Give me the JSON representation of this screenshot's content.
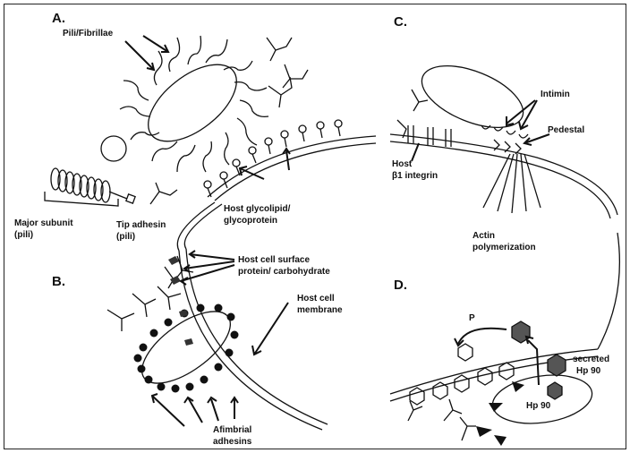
{
  "panels": {
    "a": {
      "letter": "A.",
      "pili_fibrillae": "Pili/Fibrillae",
      "major_subunit_1": "Major subunit",
      "major_subunit_2": "(pili)",
      "tip_adhesin_1": "Tip adhesin",
      "tip_adhesin_2": "(pili)",
      "host_glyco_1": "Host glycolipid/",
      "host_glyco_2": "glycoprotein"
    },
    "b": {
      "letter": "B.",
      "surface_1": "Host cell surface",
      "surface_2": "protein/ carbohydrate",
      "membrane_1": "Host cell",
      "membrane_2": "membrane",
      "afimbrial_1": "Afimbrial",
      "afimbrial_2": "adhesins"
    },
    "c": {
      "letter": "C.",
      "intimin": "Intimin",
      "pedestal": "Pedestal",
      "host_integrin_1": "Host",
      "host_integrin_2": "β1 integrin",
      "actin_1": "Actin",
      "actin_2": "polymerization"
    },
    "d": {
      "letter": "D.",
      "p": "P",
      "secreted_1": "secreted",
      "secreted_2": "Hp 90",
      "hp90": "Hp 90"
    }
  }
}
